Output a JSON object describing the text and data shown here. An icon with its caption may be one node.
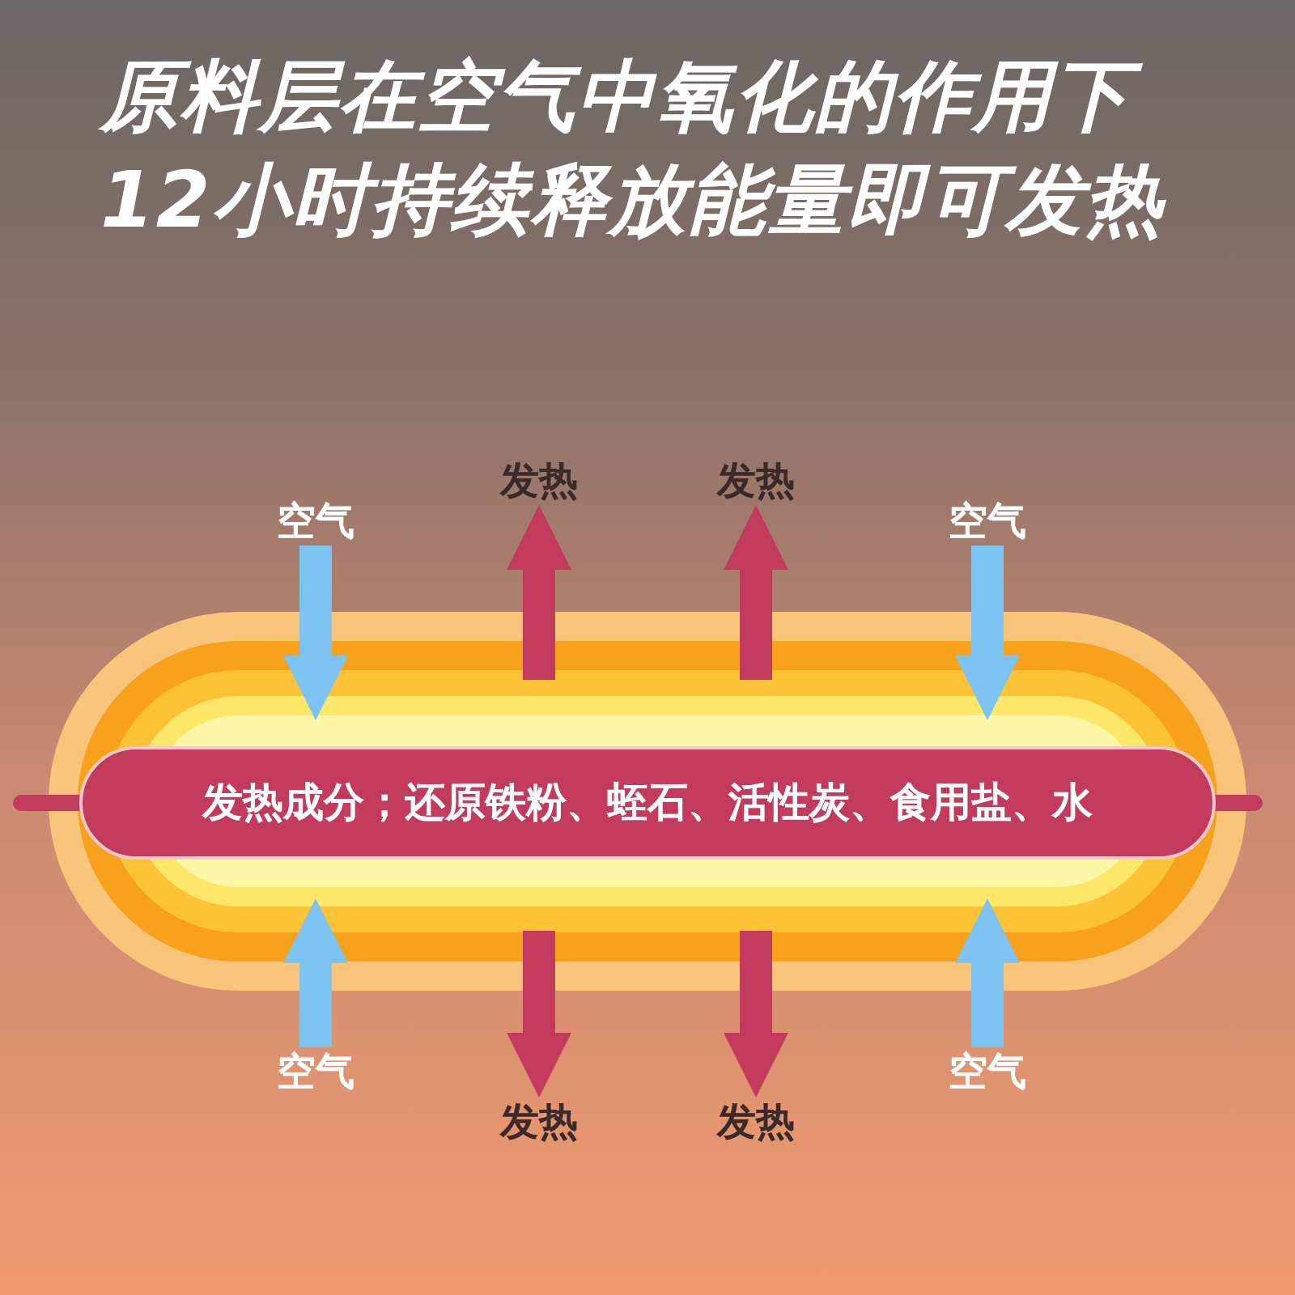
{
  "diagram": {
    "title": "原料层在空气中氧化的作用下12小时持续释放能量即可发热",
    "nodes": [
      {
        "text": [
          "发热"
        ]
      },
      {
        "text": [
          "发热"
        ]
      },
      {
        "text": [
          "空气"
        ]
      },
      {
        "text": [
          "空气"
        ]
      },
      {
        "text": [],
        "shape": "capsule"
      },
      {
        "text": [
          "发热成分；还原铁粉、蛭石、活性炭、食用盐、水"
        ],
        "in": 4
      },
      {
        "text": [
          "空气"
        ]
      },
      {
        "text": [
          "空气"
        ]
      },
      {
        "text": [
          "发热"
        ]
      },
      {
        "text": [
          "发热"
        ]
      }
    ],
    "edges": [
      {
        "from": 2,
        "to": 4,
        "arrow": "to",
        "color": "#7cc3f2"
      },
      {
        "from": 3,
        "to": 4,
        "arrow": "to",
        "color": "#7cc3f2"
      },
      {
        "from": 6,
        "to": 4,
        "arrow": "to",
        "color": "#7cc3f2"
      },
      {
        "from": 7,
        "to": 4,
        "arrow": "to",
        "color": "#7cc3f2"
      },
      {
        "from": 4,
        "to": 0,
        "arrow": "to",
        "color": "#c23a5c"
      },
      {
        "from": 4,
        "to": 1,
        "arrow": "to",
        "color": "#c23a5c"
      },
      {
        "from": 4,
        "to": 8,
        "arrow": "to",
        "color": "#c23a5c"
      },
      {
        "from": 4,
        "to": 9,
        "arrow": "to",
        "color": "#c23a5c"
      }
    ]
  }
}
